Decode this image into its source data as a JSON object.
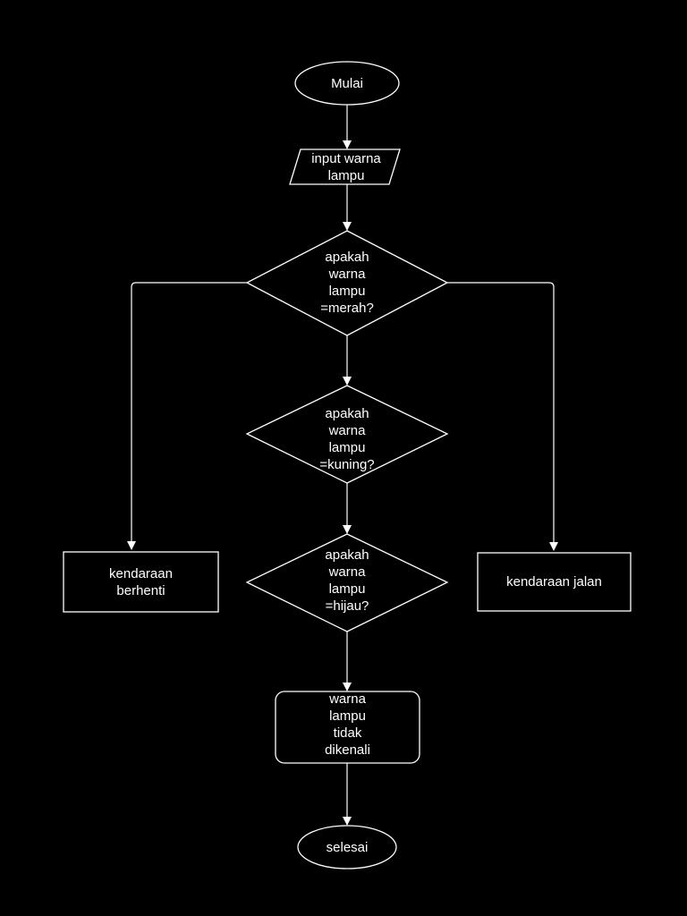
{
  "diagram": {
    "nodes": {
      "start": {
        "text": "Mulai",
        "shape": "ellipse"
      },
      "input": {
        "text": "input warna\nlampu",
        "shape": "parallelogram"
      },
      "decision_red": {
        "text": "apakah\nwarna\nlampu\n=merah?",
        "shape": "diamond"
      },
      "decision_yellow": {
        "text": "apakah\nwarna\nlampu\n=kuning?",
        "shape": "diamond"
      },
      "decision_green": {
        "text": "apakah\nwarna\nlampu\n=hijau?",
        "shape": "diamond"
      },
      "stop_vehicle": {
        "text": "kendaraan\nberhenti",
        "shape": "rectangle"
      },
      "go_vehicle": {
        "text": "kendaraan jalan",
        "shape": "rectangle"
      },
      "unknown": {
        "text": "warna\nlampu\ntidak\ndikenali",
        "shape": "rounded-rectangle"
      },
      "end": {
        "text": "selesai",
        "shape": "ellipse"
      }
    },
    "edges": [
      {
        "from": "start",
        "to": "input"
      },
      {
        "from": "input",
        "to": "decision_red"
      },
      {
        "from": "decision_red",
        "to": "decision_yellow"
      },
      {
        "from": "decision_red",
        "to": "stop_vehicle"
      },
      {
        "from": "decision_red",
        "to": "go_vehicle"
      },
      {
        "from": "decision_yellow",
        "to": "decision_green"
      },
      {
        "from": "decision_green",
        "to": "unknown"
      },
      {
        "from": "unknown",
        "to": "end"
      }
    ],
    "colors": {
      "background": "#000000",
      "stroke": "#ffffff",
      "text": "#ffffff"
    }
  }
}
